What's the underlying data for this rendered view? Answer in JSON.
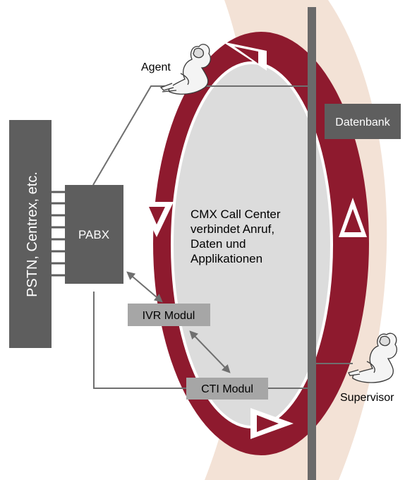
{
  "pstn_label": "PSTN, Centrex, etc.",
  "pabx_label": "PABX",
  "center_text": [
    "CMX Call Center",
    "verbindet Anruf,",
    "Daten und",
    "Applikationen"
  ],
  "agent_label": "Agent",
  "supervisor_label": "Supervisor",
  "datenbank_label": "Datenbank",
  "ivr_label": "IVR Modul",
  "cti_label": "CTI Modul",
  "colors": {
    "ring": "#8e1a2e",
    "inner": "#dcdcdc",
    "box": "#5e5e5e",
    "small_box": "#a6a6a6",
    "band": "#f3e2d6",
    "bar": "#6a6a6a",
    "line": "#6f6f6f"
  }
}
